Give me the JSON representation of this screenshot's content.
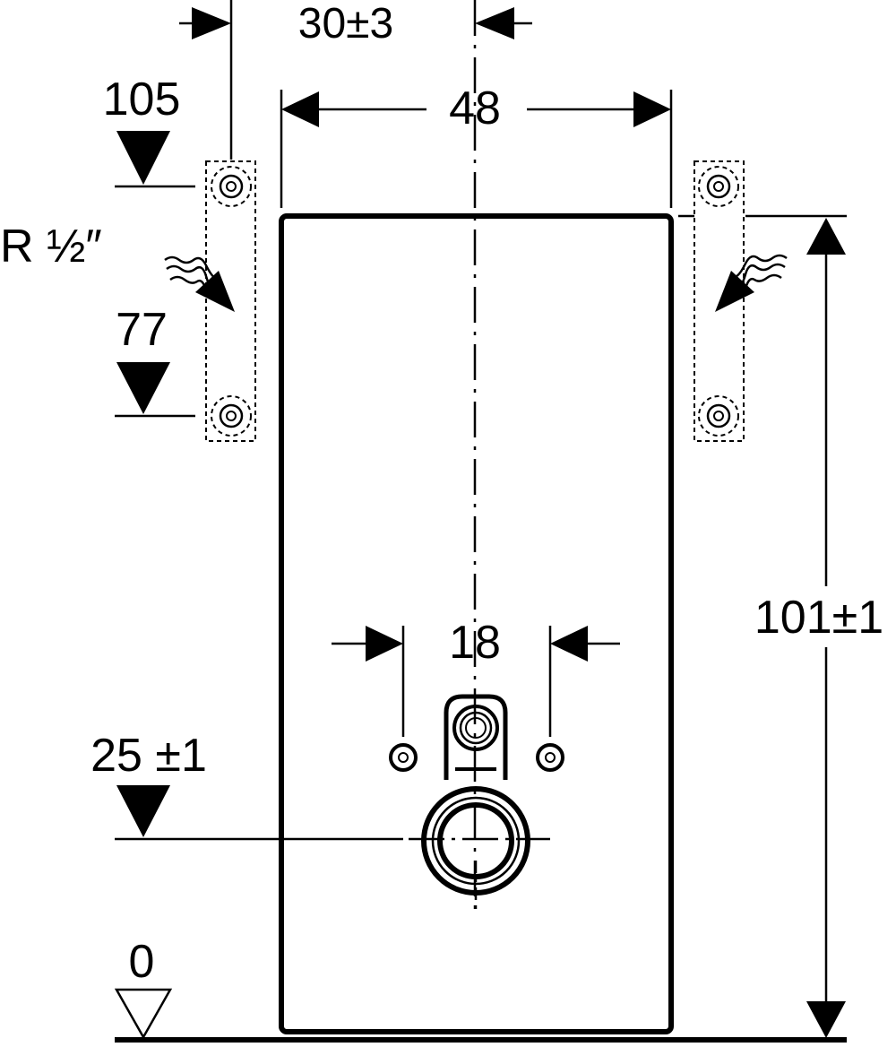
{
  "dimensions": {
    "offset_top": "30±3",
    "width": "48",
    "bolt_spacing": "18",
    "height": "101±1"
  },
  "levels": {
    "upper_water": "105",
    "lower_water": "77",
    "drain": "25 ±1",
    "floor": "0"
  },
  "connection": {
    "thread": "R ½″"
  },
  "colors": {
    "line": "#000000",
    "background": "#ffffff"
  }
}
